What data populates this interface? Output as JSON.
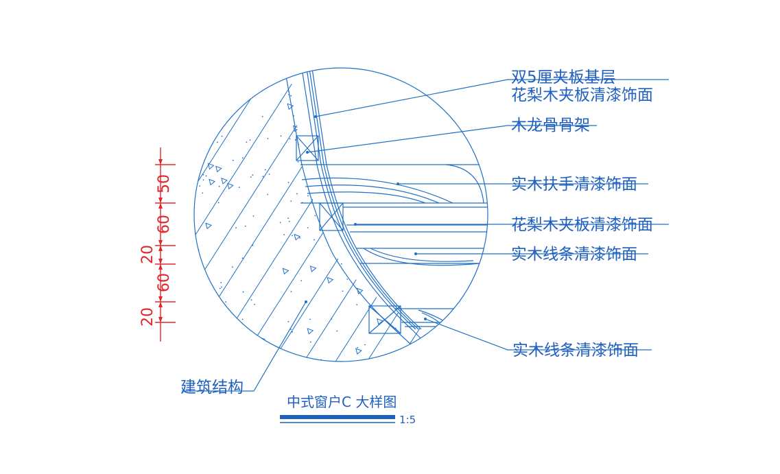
{
  "colors": {
    "line": "#1f6fc6",
    "text": "#1f5fbf",
    "dimension": "#e0262b",
    "title_bar": "#1f5fbf"
  },
  "labels": [
    {
      "id": "plywood-base",
      "text": "双5厘夹板基层"
    },
    {
      "id": "pear-veneer-top",
      "text": "花梨木夹板清漆饰面"
    },
    {
      "id": "wood-keel",
      "text": "木龙骨骨架"
    },
    {
      "id": "handrail",
      "text": "实木扶手清漆饰面"
    },
    {
      "id": "pear-veneer-mid",
      "text": "花梨木夹板清漆饰面"
    },
    {
      "id": "molding-1",
      "text": "实木线条清漆饰面"
    },
    {
      "id": "molding-2",
      "text": "实木线条清漆饰面"
    },
    {
      "id": "structure",
      "text": "建筑结构"
    }
  ],
  "dimensions": [
    "50",
    "60",
    "20",
    "60",
    "20"
  ],
  "title": {
    "text": "中式窗户C 大样图",
    "scale": "1:5"
  }
}
